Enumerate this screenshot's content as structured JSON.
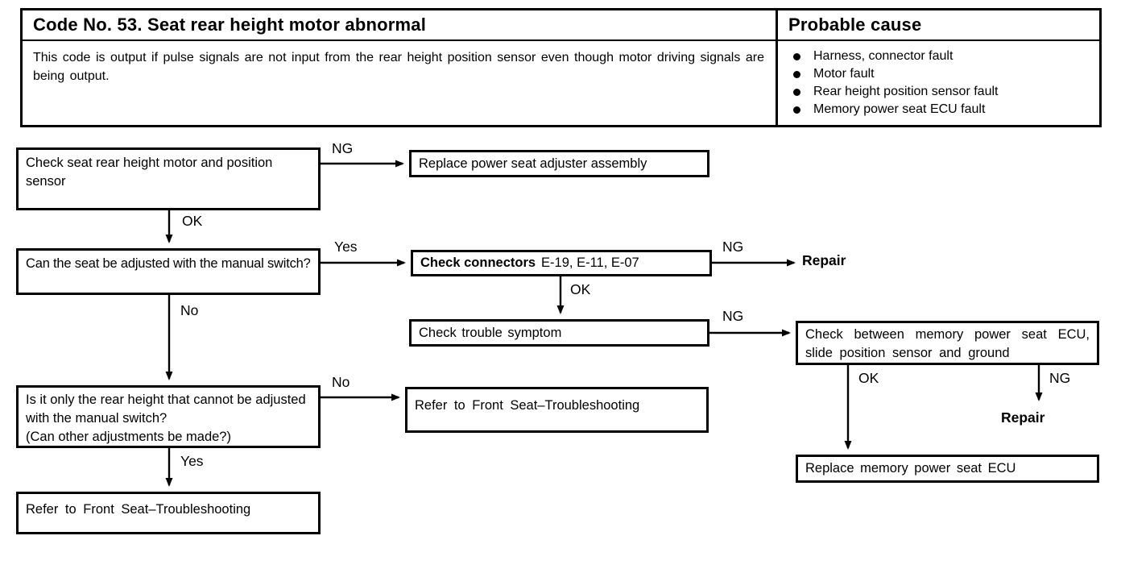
{
  "header": {
    "title": "Code No. 53. Seat rear height motor abnormal",
    "probable_cause_title": "Probable cause",
    "description": "This code is output if pulse signals are not input from the rear height position sensor even though motor driving signals are being output.",
    "causes": [
      "Harness, connector fault",
      "Motor fault",
      "Rear height position sensor fault",
      "Memory power seat ECU fault"
    ]
  },
  "flowchart": {
    "nodes": {
      "check_motor_sensor": "Check seat rear height motor and position sensor",
      "replace_adjuster": "Replace power seat adjuster assembly",
      "manual_switch_question": "Can the seat be adjusted with the manual switch?",
      "check_connectors_label": "Check connectors",
      "check_connectors_ids": "E-19, E-11, E-07",
      "repair_top": "Repair",
      "check_trouble_symptom": "Check trouble symptom",
      "check_between_ecu": "Check between memory power seat ECU, slide position sensor and ground",
      "repair_right": "Repair",
      "replace_memory_ecu": "Replace memory power seat ECU",
      "rear_height_question": "Is it only the rear height that cannot be adjusted with the manual switch?",
      "rear_height_question_note": "(Can other adjustments be made?)",
      "refer_front_seat_mid": "Refer to Front Seat–Troubleshooting",
      "refer_front_seat_bottom": "Refer to Front Seat–Troubleshooting"
    },
    "labels": {
      "ng_1": "NG",
      "ok_1": "OK",
      "yes_1": "Yes",
      "ng_2": "NG",
      "ok_2": "OK",
      "ng_3": "NG",
      "no_1": "No",
      "no_2": "No",
      "ok_3": "OK",
      "ng_4": "NG",
      "yes_2": "Yes"
    },
    "colors": {
      "ink": "#000000",
      "paper": "#ffffff"
    }
  }
}
